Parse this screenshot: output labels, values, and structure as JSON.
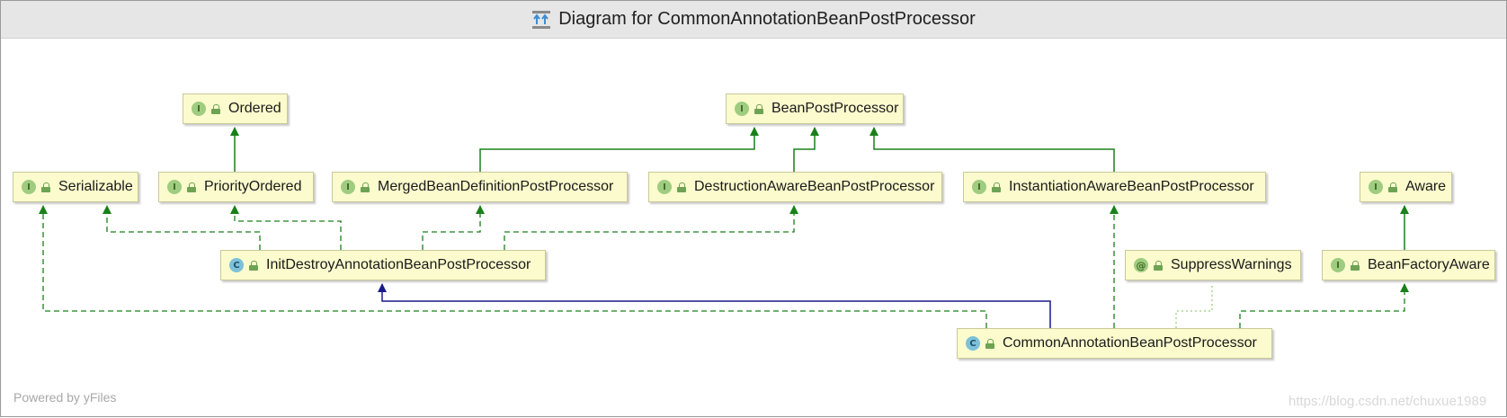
{
  "title": "Diagram for CommonAnnotationBeanPostProcessor",
  "footer": "Powered by yFiles",
  "watermark": "https://blog.csdn.net/chuxue1989",
  "nodes": {
    "ordered": {
      "kind": "I",
      "label": "Ordered"
    },
    "bean_post_processor": {
      "kind": "I",
      "label": "BeanPostProcessor"
    },
    "serializable": {
      "kind": "I",
      "label": "Serializable"
    },
    "priority_ordered": {
      "kind": "I",
      "label": "PriorityOrdered"
    },
    "merged_bean_definition_post_processor": {
      "kind": "I",
      "label": "MergedBeanDefinitionPostProcessor"
    },
    "destruction_aware_bean_post_processor": {
      "kind": "I",
      "label": "DestructionAwareBeanPostProcessor"
    },
    "instantiation_aware_bean_post_processor": {
      "kind": "I",
      "label": "InstantiationAwareBeanPostProcessor"
    },
    "aware": {
      "kind": "I",
      "label": "Aware"
    },
    "init_destroy_annotation_bean_post_processor": {
      "kind": "C",
      "label": "InitDestroyAnnotationBeanPostProcessor"
    },
    "suppress_warnings": {
      "kind": "@",
      "label": "SuppressWarnings"
    },
    "bean_factory_aware": {
      "kind": "I",
      "label": "BeanFactoryAware"
    },
    "common_annotation_bean_post_processor": {
      "kind": "C",
      "label": "CommonAnnotationBeanPostProcessor"
    }
  },
  "colors": {
    "extends_interface": "#1a801a",
    "implements": "#1a801a",
    "extends_class": "#1a1a8c",
    "annotation": "#9fcc80",
    "node_fill": "#fbfbcd",
    "title_bar": "#e6e6e6"
  },
  "icons": {
    "title": "diagram-icon",
    "interface": "interface-badge-icon",
    "class": "class-badge-icon",
    "annotation": "annotation-badge-icon",
    "visibility": "public-lock-icon"
  }
}
